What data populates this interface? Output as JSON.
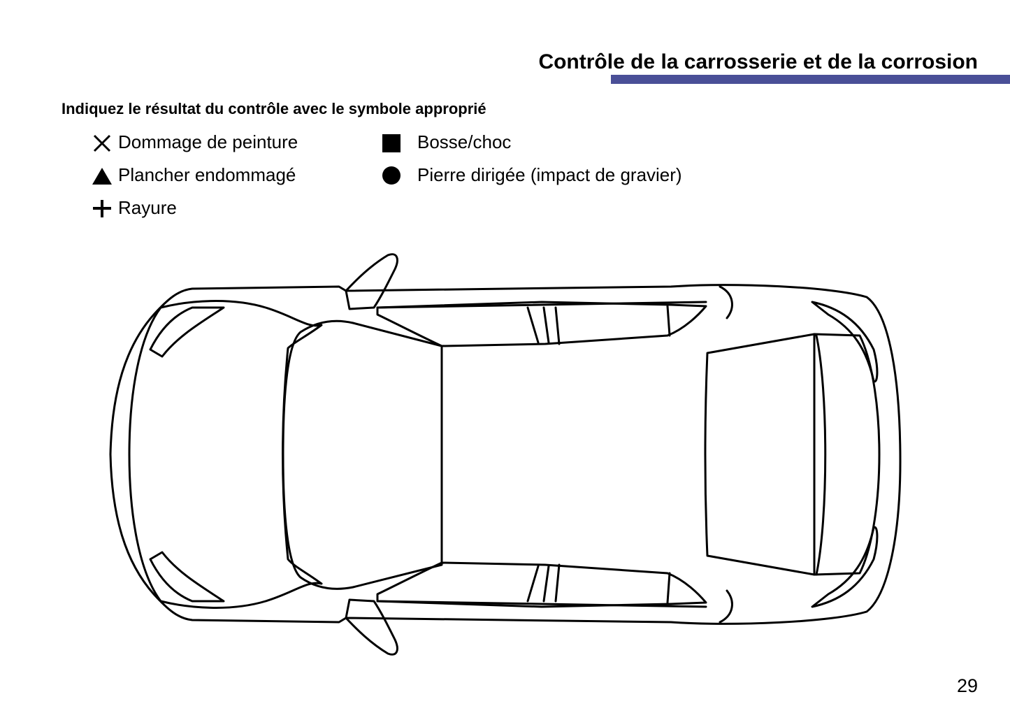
{
  "header": {
    "title": "Contrôle de la carrosserie et de la corrosion",
    "accent_color": "#4a4f97"
  },
  "instruction": "Indiquez le résultat du contrôle avec le symbole approprié",
  "legend": [
    {
      "icon": "cross-icon",
      "label": "Dommage de peinture"
    },
    {
      "icon": "triangle-icon",
      "label": "Plancher endommagé"
    },
    {
      "icon": "plus-icon",
      "label": "Rayure"
    },
    {
      "icon": "square-icon",
      "label": "Bosse/choc"
    },
    {
      "icon": "circle-icon",
      "label": "Pierre dirigée (impact de gravier)"
    }
  ],
  "diagram": {
    "name": "car-top-view"
  },
  "page_number": "29"
}
